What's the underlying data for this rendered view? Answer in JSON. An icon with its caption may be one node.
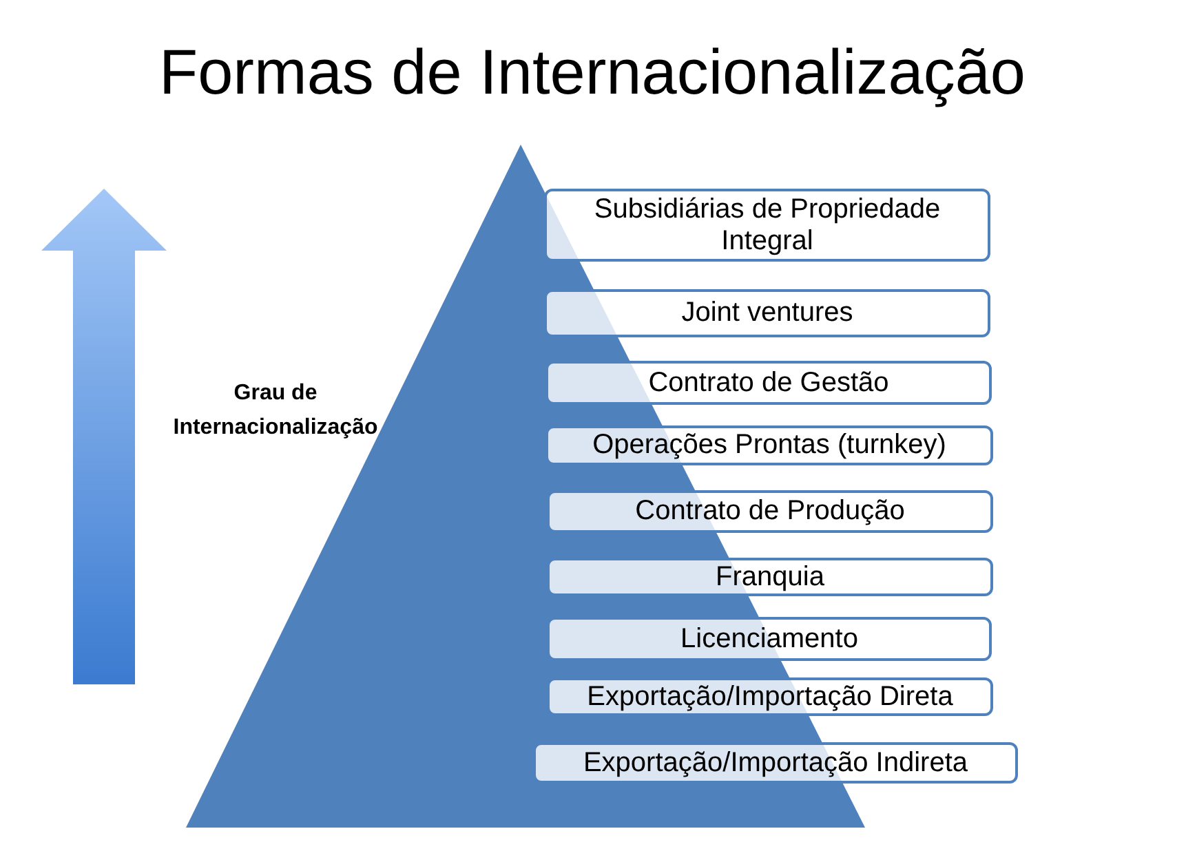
{
  "diagram": {
    "title": "Formas de Internacionalização",
    "nodes": [
      {
        "text": [
          "Subsidiárias de Propriedade Integral"
        ]
      },
      {
        "text": [
          "Joint ventures"
        ]
      },
      {
        "text": [
          "Contrato de Gestão"
        ]
      },
      {
        "text": [
          "Operações Prontas (turnkey)"
        ]
      },
      {
        "text": [
          "Contrato de Produção"
        ]
      },
      {
        "text": [
          "Franquia"
        ]
      },
      {
        "text": [
          "Licenciamento"
        ]
      },
      {
        "text": [
          "Exportação/Importação Direta"
        ]
      },
      {
        "text": [
          "Exportação/Importação Indireta"
        ]
      }
    ],
    "labels": [
      "Grau de Internacionalização"
    ]
  }
}
